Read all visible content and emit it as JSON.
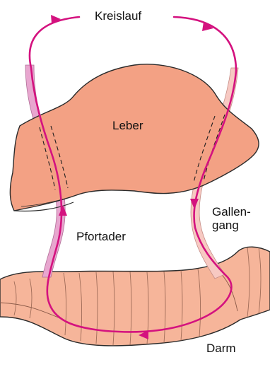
{
  "labels": {
    "circulation": "Kreislauf",
    "liver": "Leber",
    "portal_vein": "Pfortader",
    "bile_duct_line1": "Gallen-",
    "bile_duct_line2": "gang",
    "intestine": "Darm"
  },
  "colors": {
    "circulation_arrow": "#d4127f",
    "liver_fill": "#f3a184",
    "liver_stroke": "#1a1a1a",
    "portal_vein_fill": "#e8a6cf",
    "bile_duct_fill": "#f7c9c2",
    "intestine_fill": "#f6b59a",
    "text": "#111111"
  }
}
